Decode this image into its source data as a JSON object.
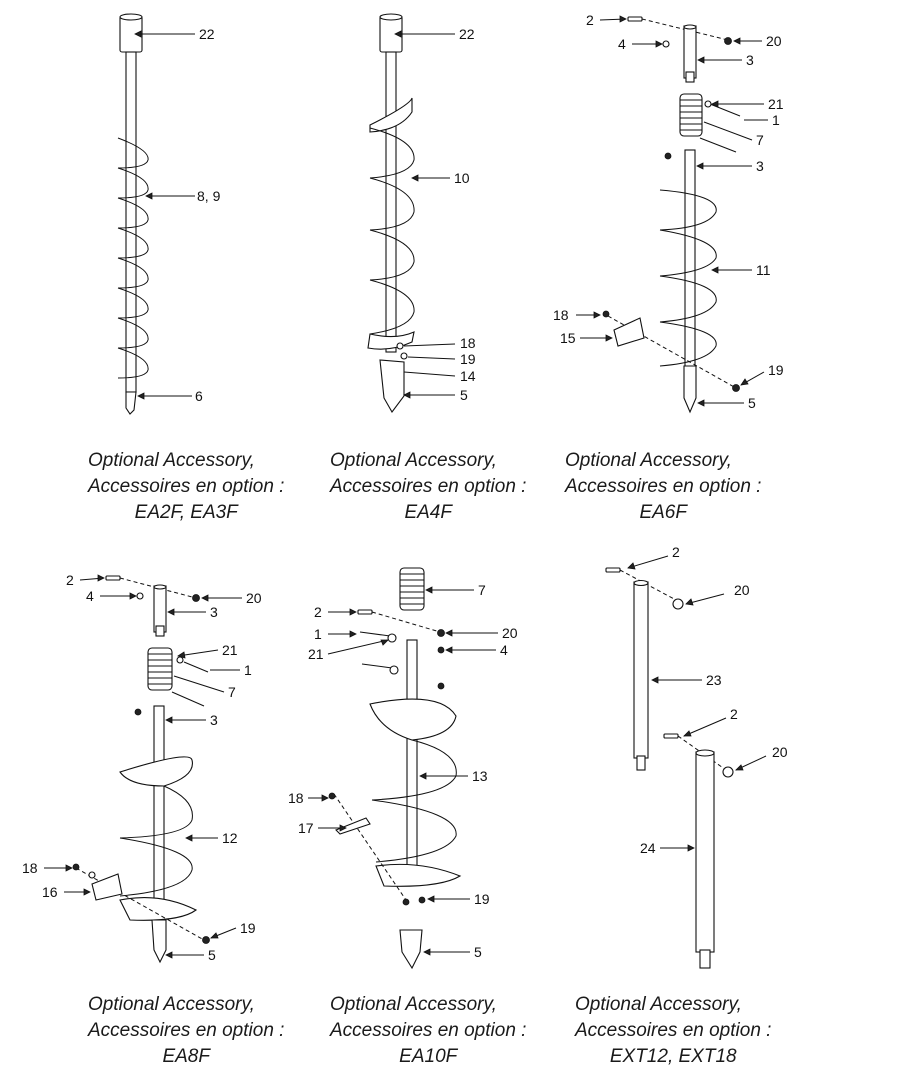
{
  "captions": [
    {
      "line1": "Optional Accessory,",
      "line2": "Accessoires en option :",
      "model": "EA2F, EA3F"
    },
    {
      "line1": "Optional Accessory,",
      "line2": "Accessoires en option :",
      "model": "EA4F"
    },
    {
      "line1": "Optional Accessory,",
      "line2": "Accessoires en option :",
      "model": "EA6F"
    },
    {
      "line1": "Optional Accessory,",
      "line2": "Accessoires en option :",
      "model": "EA8F"
    },
    {
      "line1": "Optional Accessory,",
      "line2": "Accessoires en option :",
      "model": "EA10F"
    },
    {
      "line1": "Optional Accessory,",
      "line2": "Accessoires en option :",
      "model": "EXT12, EXT18"
    }
  ],
  "callouts": {
    "ea2f": [
      "22",
      "8, 9",
      "6"
    ],
    "ea4f": [
      "22",
      "10",
      "18",
      "19",
      "14",
      "5"
    ],
    "ea6f": [
      "2",
      "4",
      "20",
      "3",
      "21",
      "1",
      "7",
      "3",
      "11",
      "18",
      "15",
      "19",
      "5"
    ],
    "ea8f": [
      "2",
      "4",
      "20",
      "3",
      "21",
      "1",
      "7",
      "3",
      "12",
      "18",
      "16",
      "19",
      "5"
    ],
    "ea10f": [
      "7",
      "2",
      "1",
      "20",
      "21",
      "4",
      "13",
      "18",
      "17",
      "19",
      "5"
    ],
    "ext": [
      "2",
      "20",
      "23",
      "2",
      "20",
      "24"
    ]
  }
}
